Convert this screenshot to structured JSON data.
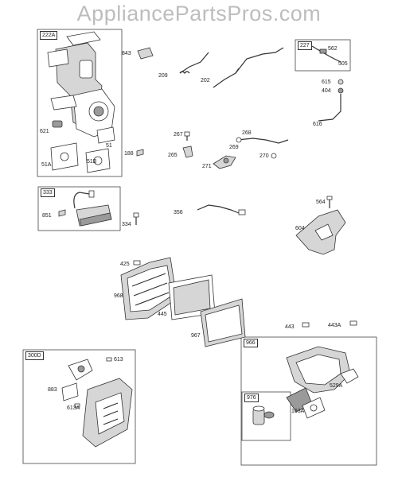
{
  "header": {
    "site_title": "AppliancePartsPros.com"
  },
  "diagram": {
    "groups": {
      "g222a": "222A",
      "g227": "227",
      "g333": "333",
      "g300d": "300D",
      "g966": "966",
      "g976": "976"
    },
    "labels": {
      "p843": "843",
      "p209": "209",
      "p202": "202",
      "p562": "562",
      "p505": "505",
      "p615": "615",
      "p404": "404",
      "p616": "616",
      "p621": "621",
      "p51": "51",
      "p51a": "51A",
      "p51b": "51B",
      "p188": "188",
      "p267": "267",
      "p265": "265",
      "p268": "268",
      "p269": "269",
      "p270": "270",
      "p271": "271",
      "p851": "851",
      "p334": "334",
      "p356": "356",
      "p564": "564",
      "p604": "604",
      "p425": "425",
      "p968": "968",
      "p445": "445",
      "p967": "967",
      "p443": "443",
      "p443a": "443A",
      "p613": "613",
      "p883": "883",
      "p613a": "613A",
      "p529a": "529A",
      "p163a": "163A"
    }
  }
}
